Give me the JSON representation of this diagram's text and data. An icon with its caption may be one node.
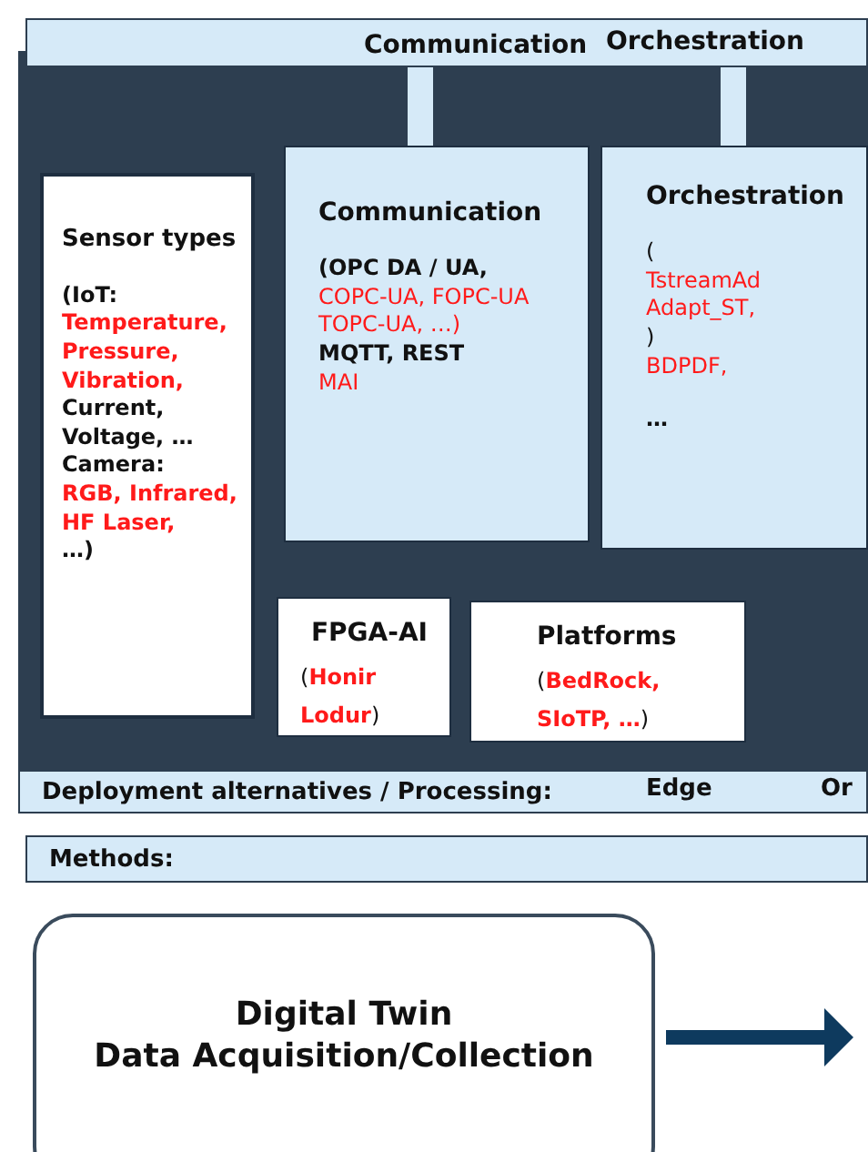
{
  "diagram": {
    "nodes": [
      {
        "text": [
          "Communication",
          "Orchestration"
        ]
      },
      {
        "text": [
          "Sensor types",
          "(IoT:",
          "Temperature, Pressure, Vibration,",
          "Current, Voltage, …",
          "Camera:",
          "RGB, Infrared, HF Laser,",
          "…)"
        ]
      },
      {
        "text": [
          "Communication",
          "(OPC DA / UA,",
          "COPC-UA, FOPC-UA TOPC-UA, …)",
          "MQTT,  REST",
          "MAI"
        ]
      },
      {
        "text": [
          "Orchestration",
          "(",
          "TstreamAd Adapt_ST,",
          ")",
          "BDPDF,",
          "…"
        ]
      },
      {
        "text": [
          "FPGA-AI",
          "(",
          "Honir Lodur",
          ")"
        ]
      },
      {
        "text": [
          "Platforms",
          "(",
          "BedRock, SIoTP, …",
          ")"
        ]
      },
      {
        "text": [
          "Deployment alternatives / Processing:",
          "Edge",
          "Or"
        ]
      },
      {
        "text": [
          "Methods:"
        ]
      },
      {
        "text": [
          "Digital Twin",
          "Data Acquisition/Collection"
        ]
      }
    ],
    "edges": [
      {
        "from": 0,
        "to": 2,
        "arrow": "none"
      },
      {
        "from": 0,
        "to": 3,
        "arrow": "none"
      },
      {
        "from": 8,
        "to": null,
        "arrow": "to",
        "color": "#0e3a5e"
      }
    ]
  }
}
